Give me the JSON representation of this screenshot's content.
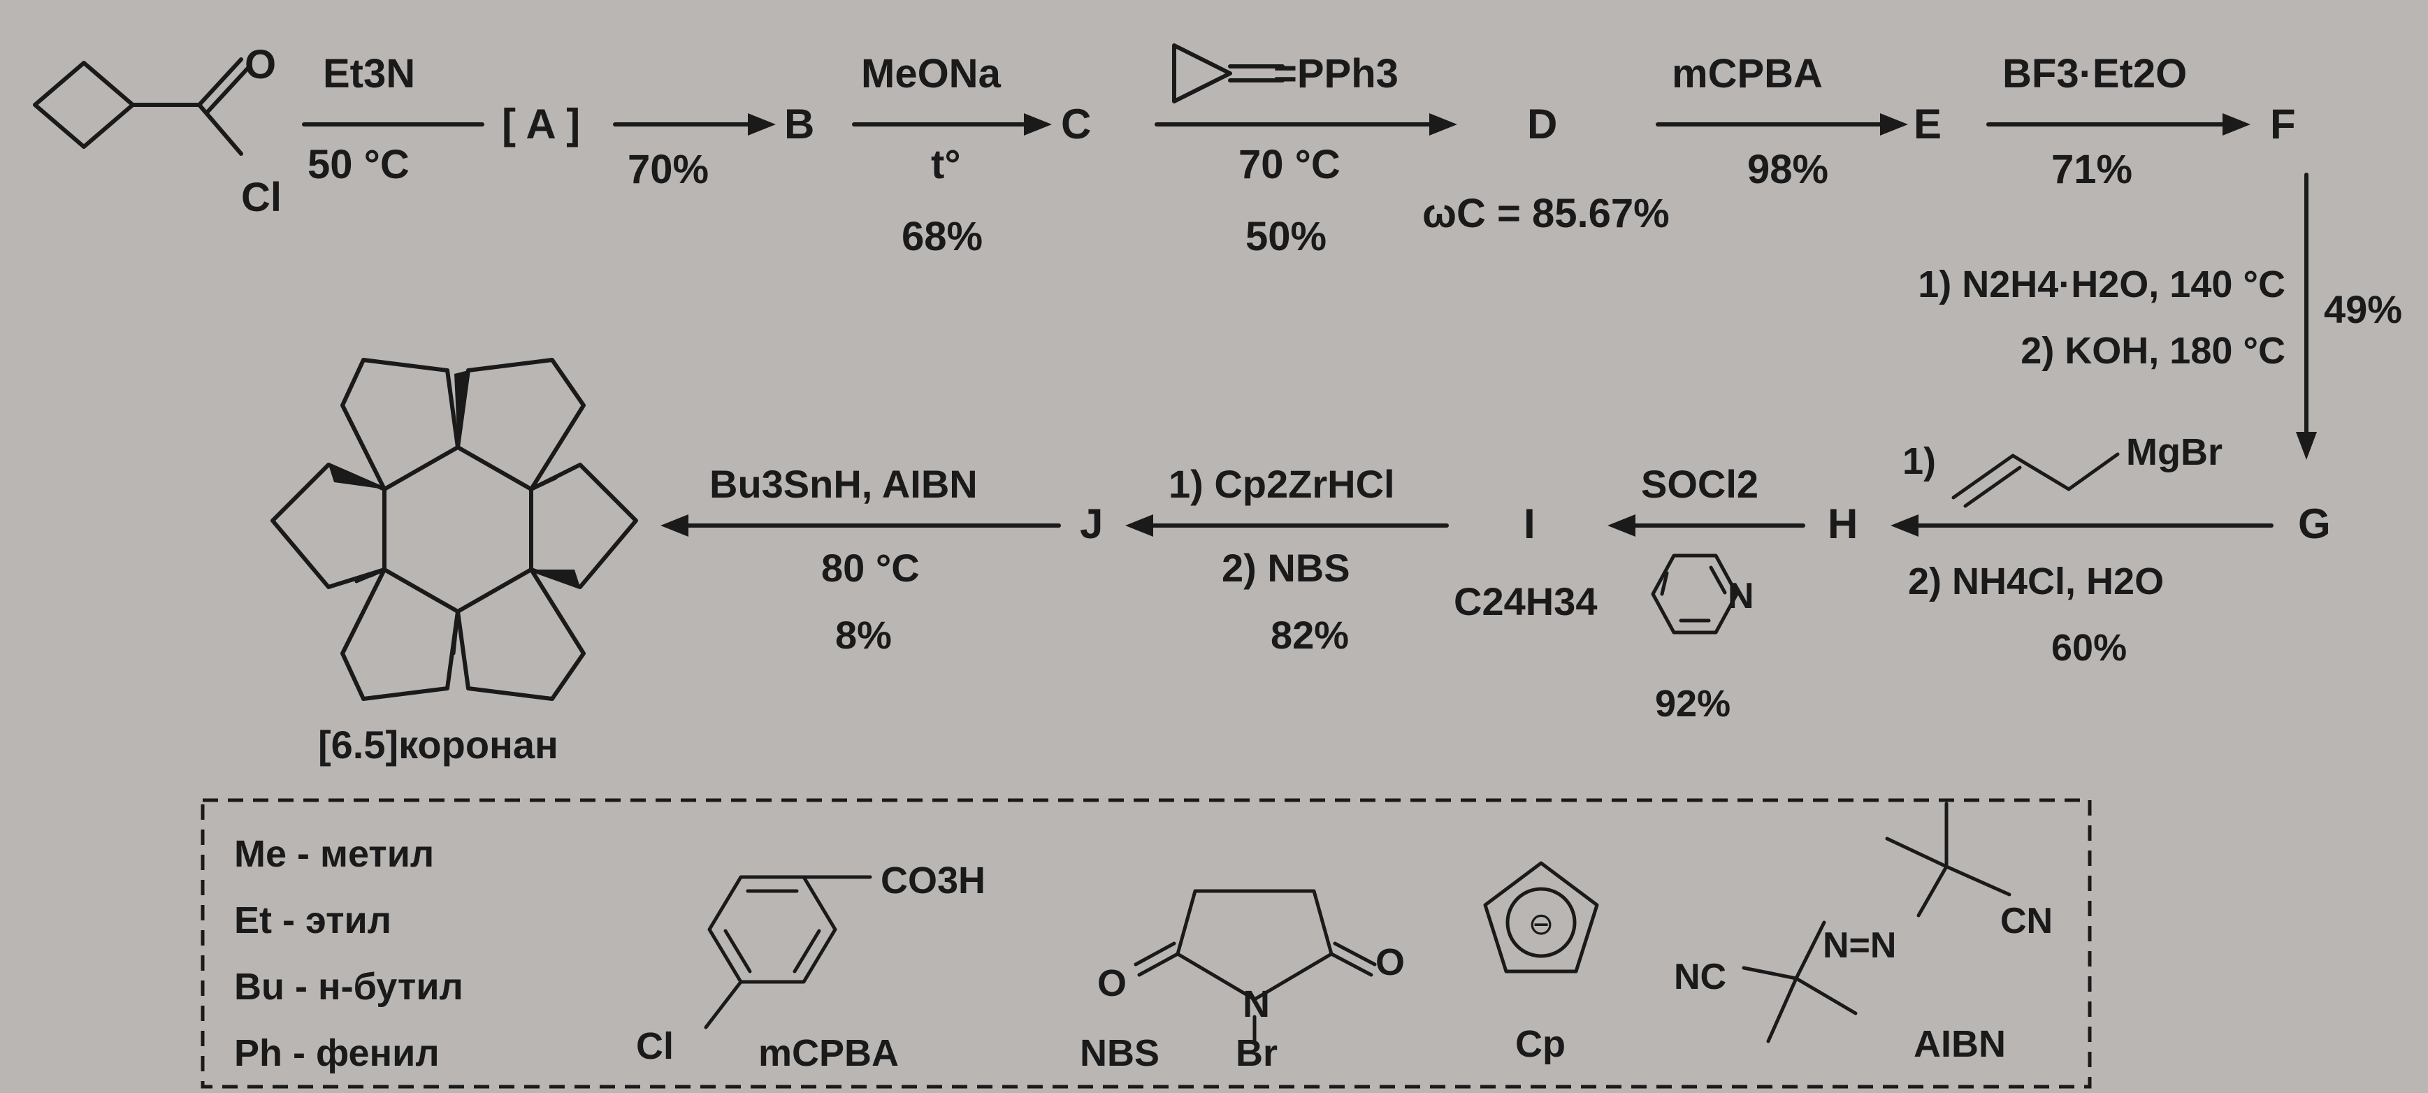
{
  "scheme": {
    "start_o": "O",
    "start_cl": "Cl",
    "step1_top": "Et3N",
    "step1_bottom": "50 °C",
    "int_a": "[ A ]",
    "step2_yield": "70%",
    "b": "B",
    "step3_top": "MeONa",
    "step3_mid": "t°",
    "step3_yield": "68%",
    "c": "C",
    "step4_reagent": "=PPh3",
    "step4_temp": "70 °C",
    "step4_yield": "50%",
    "d": "D",
    "d_note": "ωC = 85.67%",
    "step5_top": "mCPBA",
    "step5_yield": "98%",
    "e": "E",
    "step6_top": "BF3·Et2O",
    "step6_yield": "71%",
    "f": "F",
    "step7_line1": "1) N2H4·H2O, 140 °C",
    "step7_line2": "2) KOH, 180 °C",
    "step7_yield": "49%",
    "g": "G",
    "step8_line1_prefix": "1)",
    "step8_line1_mgbr": "MgBr",
    "step8_line2": "2) NH4Cl, H2O",
    "step8_yield": "60%",
    "h": "H",
    "step9_top": "SOCl2",
    "step9_yield": "92%",
    "pyridine_n": "N",
    "i": "I",
    "i_formula": "C24H34",
    "step10_line1": "1) Cp2ZrHCl",
    "step10_line2": "2) NBS",
    "step10_yield": "82%",
    "j": "J",
    "step11_top": "Bu3SnH, AIBN",
    "step11_temp": "80 °C",
    "step11_yield": "8%",
    "product_name": "[6.5]коронан"
  },
  "legend": {
    "abbr": [
      "Me - метил",
      "Et - этил",
      "Bu - н-бутил",
      "Ph - фенил"
    ],
    "mcpba_group": "CO3H",
    "mcpba_cl": "Cl",
    "mcpba_name": "mCPBA",
    "nbs_o_left": "O",
    "nbs_o_right": "O",
    "nbs_n": "N",
    "nbs_br": "Br",
    "nbs_name": "NBS",
    "cp_name": "Cp",
    "cp_charge": "⊖",
    "aibn_nc": "NC",
    "aibn_cn": "CN",
    "aibn_azo": "N=N",
    "aibn_name": "AIBN"
  }
}
